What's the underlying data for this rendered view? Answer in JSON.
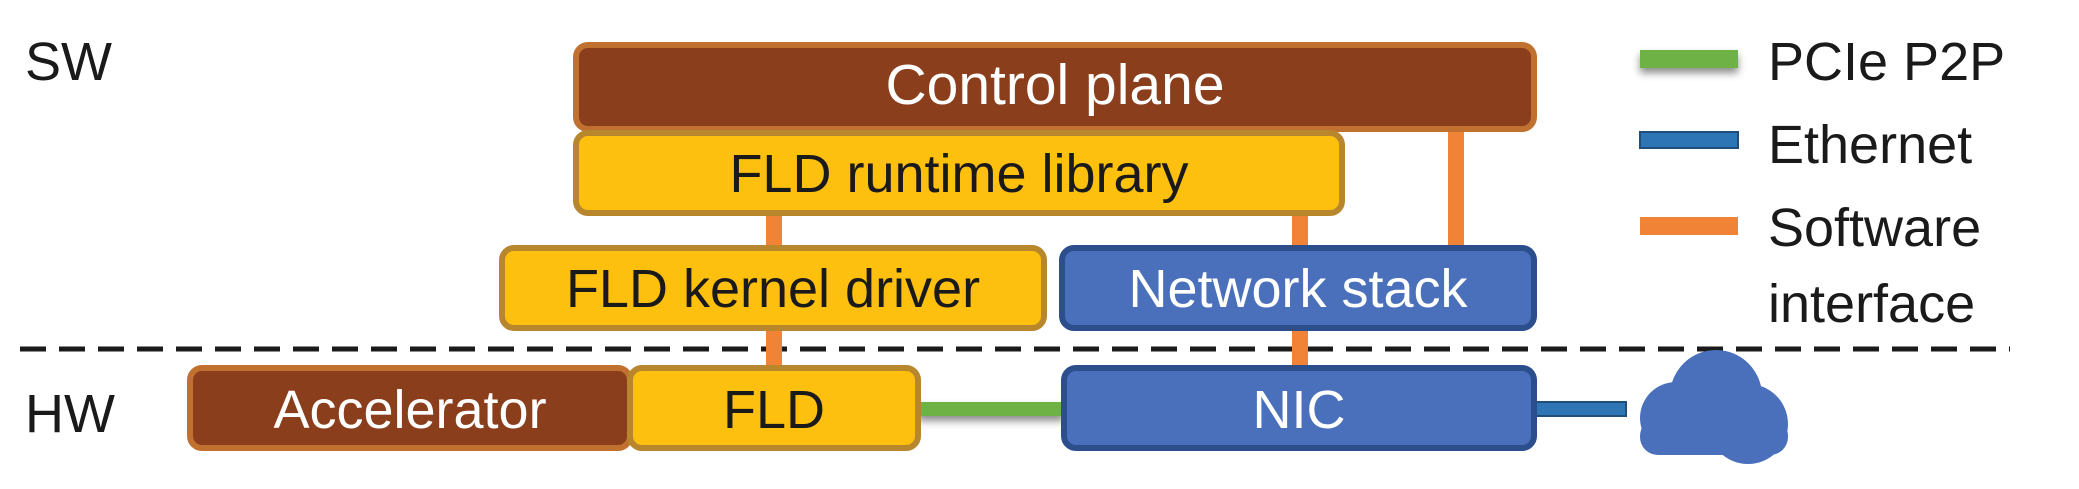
{
  "layers": {
    "sw_label": "SW",
    "hw_label": "HW"
  },
  "blocks": {
    "control_plane": "Control plane",
    "runtime_library": "FLD runtime library",
    "kernel_driver": "FLD kernel driver",
    "network_stack": "Network stack",
    "accelerator": "Accelerator",
    "fld": "FLD",
    "nic": "NIC"
  },
  "legend": {
    "pcie": "PCIe P2P",
    "ethernet": "Ethernet",
    "software_line1": "Software",
    "software_line2": "interface"
  },
  "icons": {
    "network": "cloud-icon"
  },
  "colors": {
    "brown": "#8B3E1C",
    "gold": "#FEC00F",
    "gold_border": "#B8862C",
    "blue": "#4A70BC",
    "blue_border": "#2C4E8C",
    "pcie_green": "#6EB244",
    "ethernet_blue": "#2E75B6",
    "software_orange": "#F08335"
  }
}
